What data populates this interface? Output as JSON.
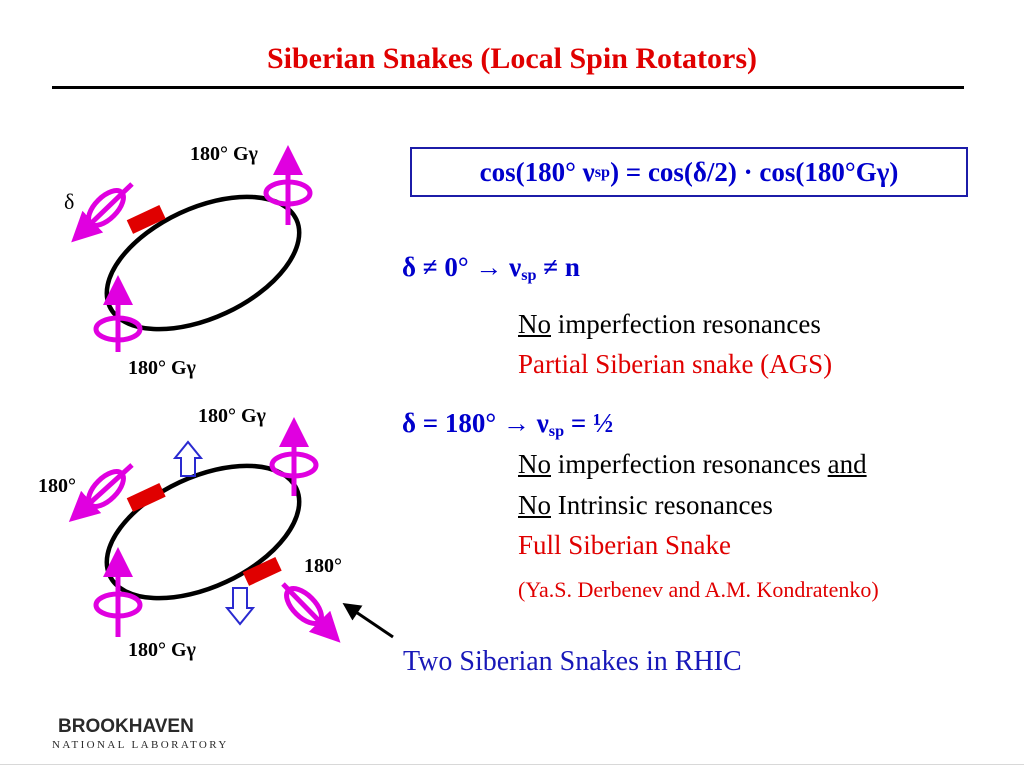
{
  "slide": {
    "title": "Siberian Snakes (Local Spin Rotators)"
  },
  "formula": {
    "text_lhs": "cos(180",
    "nu": "ν",
    "sub_sp": "sp",
    "text_rhs": ") = cos(δ/2) · cos(180",
    "deg": "°",
    "ggamma": " Gγ)"
  },
  "case1": {
    "condition_a": "δ ≠ 0° → ν",
    "sub_sp": "sp",
    "condition_b": " ≠ n",
    "line1_underlined": "No",
    "line1_rest": " imperfection resonances",
    "line2": "Partial Siberian snake (AGS)"
  },
  "case2": {
    "condition_a": "δ = 180° → ν",
    "sub_sp": "sp",
    "condition_b": " = ½",
    "line1_underlined": "No",
    "line1_rest": " imperfection resonances ",
    "line1_and": "and",
    "line2_underlined": "No",
    "line2_rest": " Intrinsic resonances",
    "line3": "Full Siberian Snake",
    "citation": "(Ya.S. Derbenev and A.M. Kondratenko)"
  },
  "rhic_label": "Two Siberian Snakes in RHIC",
  "diagram_labels": {
    "top_gg": "180° Gγ",
    "delta": "δ",
    "bottom_gg": "180° Gγ",
    "lower_top_gg": "180° Gγ",
    "left_180": "180°",
    "right_180": "180°",
    "lower_bottom_gg": "180° Gγ"
  },
  "logo": {
    "name": "BROOKHAVEN",
    "subtitle": "NATIONAL LABORATORY"
  },
  "colors": {
    "title": "#e00000",
    "formula": "#0000cc",
    "spin_arrows": "#e000e0",
    "snake": "#e00000",
    "rhic_label": "#1818b8"
  }
}
